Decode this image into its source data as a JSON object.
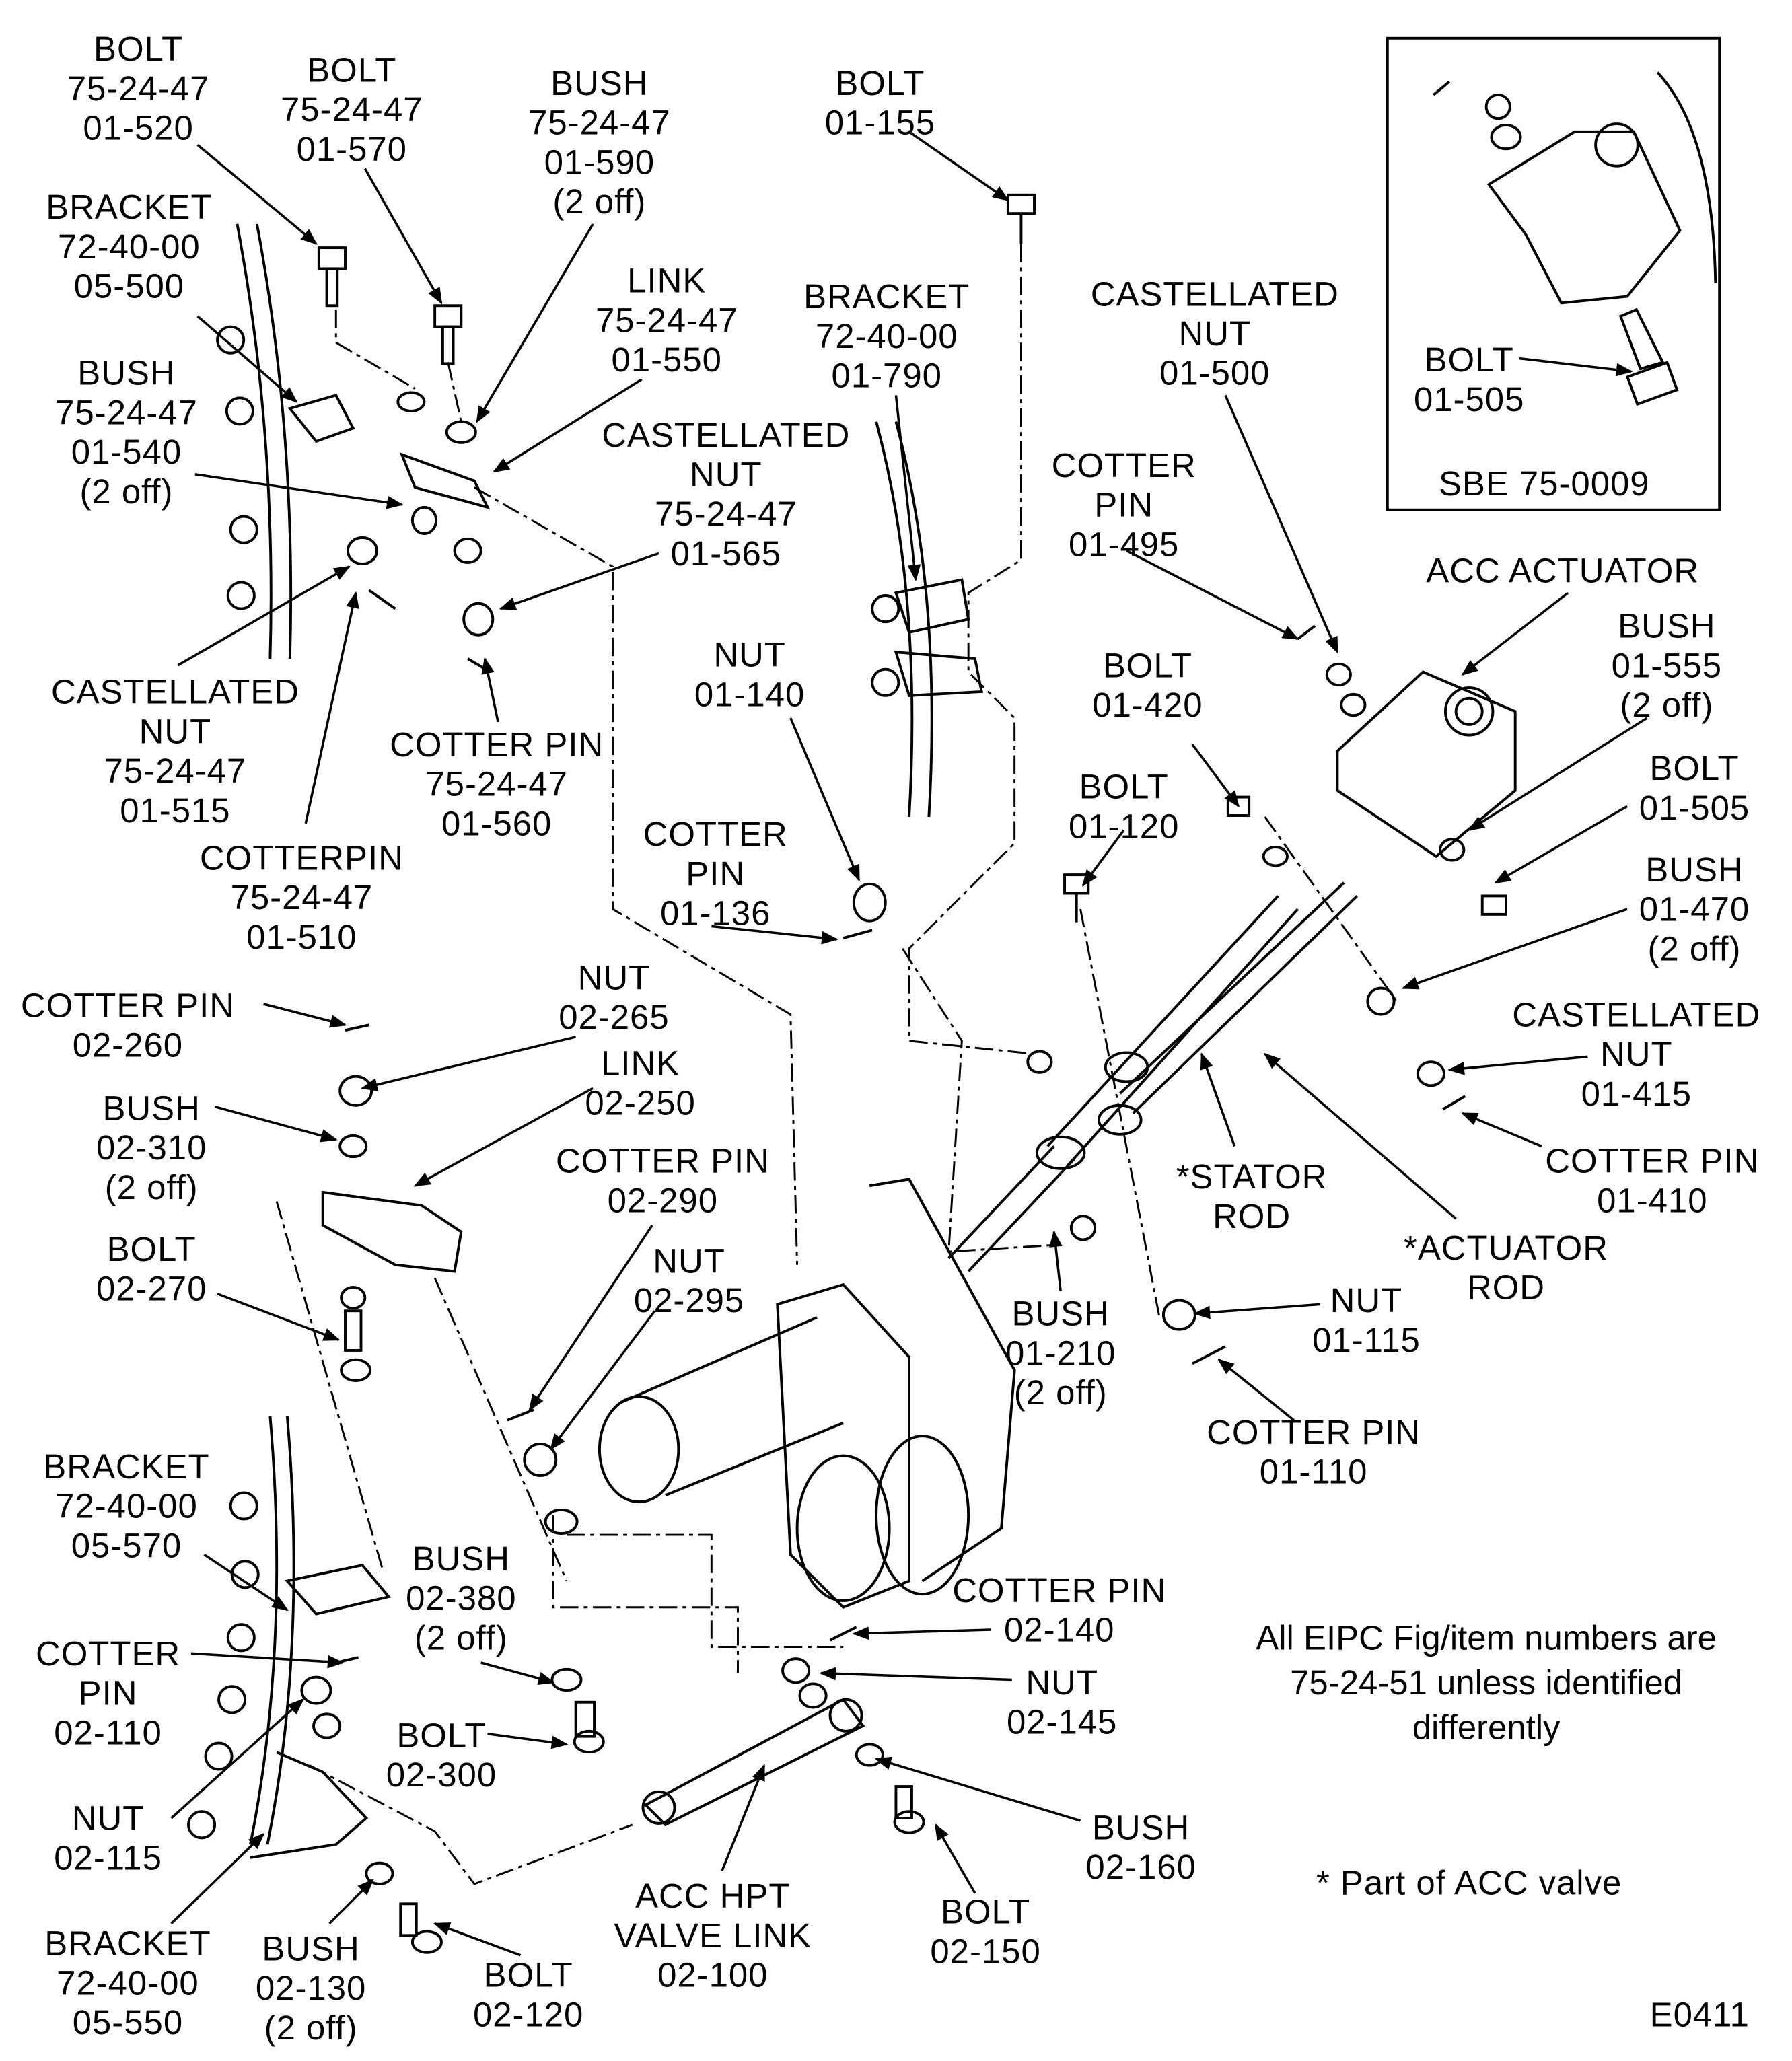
{
  "figure_id": "E0411",
  "labels": [
    {
      "lines": [
        "BOLT",
        "75-24-47",
        "01-520"
      ]
    },
    {
      "lines": [
        "BOLT",
        "75-24-47",
        "01-570"
      ]
    },
    {
      "lines": [
        "BUSH",
        "75-24-47",
        "01-590",
        "(2 off)"
      ]
    },
    {
      "lines": [
        "BOLT",
        "01-155"
      ]
    },
    {
      "lines": [
        "BRACKET",
        "72-40-00",
        "05-500"
      ]
    },
    {
      "lines": [
        "LINK",
        "75-24-47",
        "01-550"
      ]
    },
    {
      "lines": [
        "BRACKET",
        "72-40-00",
        "01-790"
      ]
    },
    {
      "lines": [
        "CASTELLATED",
        "NUT",
        "01-500"
      ]
    },
    {
      "lines": [
        "BUSH",
        "75-24-47",
        "01-540",
        "(2 off)"
      ]
    },
    {
      "lines": [
        "CASTELLATED",
        "NUT",
        "75-24-47",
        "01-565"
      ]
    },
    {
      "lines": [
        "COTTER",
        "PIN",
        "01-495"
      ]
    },
    {
      "lines": [
        "ACC ACTUATOR"
      ]
    },
    {
      "lines": [
        "BUSH",
        "01-555",
        "(2 off)"
      ]
    },
    {
      "lines": [
        "NUT",
        "01-140"
      ]
    },
    {
      "lines": [
        "BOLT",
        "01-420"
      ]
    },
    {
      "lines": [
        "CASTELLATED",
        "NUT",
        "75-24-47",
        "01-515"
      ]
    },
    {
      "lines": [
        "COTTER PIN",
        "75-24-47",
        "01-560"
      ]
    },
    {
      "lines": [
        "BOLT",
        "01-505"
      ]
    },
    {
      "lines": [
        "BOLT",
        "01-120"
      ]
    },
    {
      "lines": [
        "COTTER",
        "PIN",
        "01-136"
      ]
    },
    {
      "lines": [
        "COTTERPIN",
        "75-24-47",
        "01-510"
      ]
    },
    {
      "lines": [
        "BUSH",
        "01-470",
        "(2 off)"
      ]
    },
    {
      "lines": [
        "NUT",
        "02-265"
      ]
    },
    {
      "lines": [
        "COTTER PIN",
        "02-260"
      ]
    },
    {
      "lines": [
        "CASTELLATED",
        "NUT",
        "01-415"
      ]
    },
    {
      "lines": [
        "LINK",
        "02-250"
      ]
    },
    {
      "lines": [
        "BUSH",
        "02-310",
        "(2 off)"
      ]
    },
    {
      "lines": [
        "COTTER PIN",
        "02-290"
      ]
    },
    {
      "lines": [
        "COTTER PIN",
        "01-410"
      ]
    },
    {
      "lines": [
        "*STATOR",
        "ROD"
      ]
    },
    {
      "lines": [
        "BOLT",
        "02-270"
      ]
    },
    {
      "lines": [
        "*ACTUATOR",
        "ROD"
      ]
    },
    {
      "lines": [
        "NUT",
        "02-295"
      ]
    },
    {
      "lines": [
        "NUT",
        "01-115"
      ]
    },
    {
      "lines": [
        "BUSH",
        "01-210",
        "(2 off)"
      ]
    },
    {
      "lines": [
        "COTTER PIN",
        "01-110"
      ]
    },
    {
      "lines": [
        "BRACKET",
        "72-40-00",
        "05-570"
      ]
    },
    {
      "lines": [
        "BUSH",
        "02-380",
        "(2 off)"
      ]
    },
    {
      "lines": [
        "COTTER PIN",
        "02-140"
      ]
    },
    {
      "lines": [
        "COTTER",
        "PIN",
        "02-110"
      ]
    },
    {
      "lines": [
        "NUT",
        "02-145"
      ]
    },
    {
      "lines": [
        "BOLT",
        "02-300"
      ]
    },
    {
      "lines": [
        "NUT",
        "02-115"
      ]
    },
    {
      "lines": [
        "BUSH",
        "02-160"
      ]
    },
    {
      "lines": [
        "ACC HPT",
        "VALVE LINK",
        "02-100"
      ]
    },
    {
      "lines": [
        "BOLT",
        "02-150"
      ]
    },
    {
      "lines": [
        "BRACKET",
        "72-40-00",
        "05-550"
      ]
    },
    {
      "lines": [
        "BUSH",
        "02-130",
        "(2 off)"
      ]
    },
    {
      "lines": [
        "BOLT",
        "02-120"
      ]
    },
    {
      "lines": [
        "E0411"
      ]
    }
  ],
  "note": {
    "lines": [
      "All EIPC Fig/item numbers are",
      "75-24-51 unless identified",
      "differently"
    ]
  },
  "footnote": "* Part of ACC valve",
  "inset": {
    "label": {
      "lines": [
        "BOLT",
        "01-505"
      ]
    },
    "caption": "SBE 75-0009"
  }
}
